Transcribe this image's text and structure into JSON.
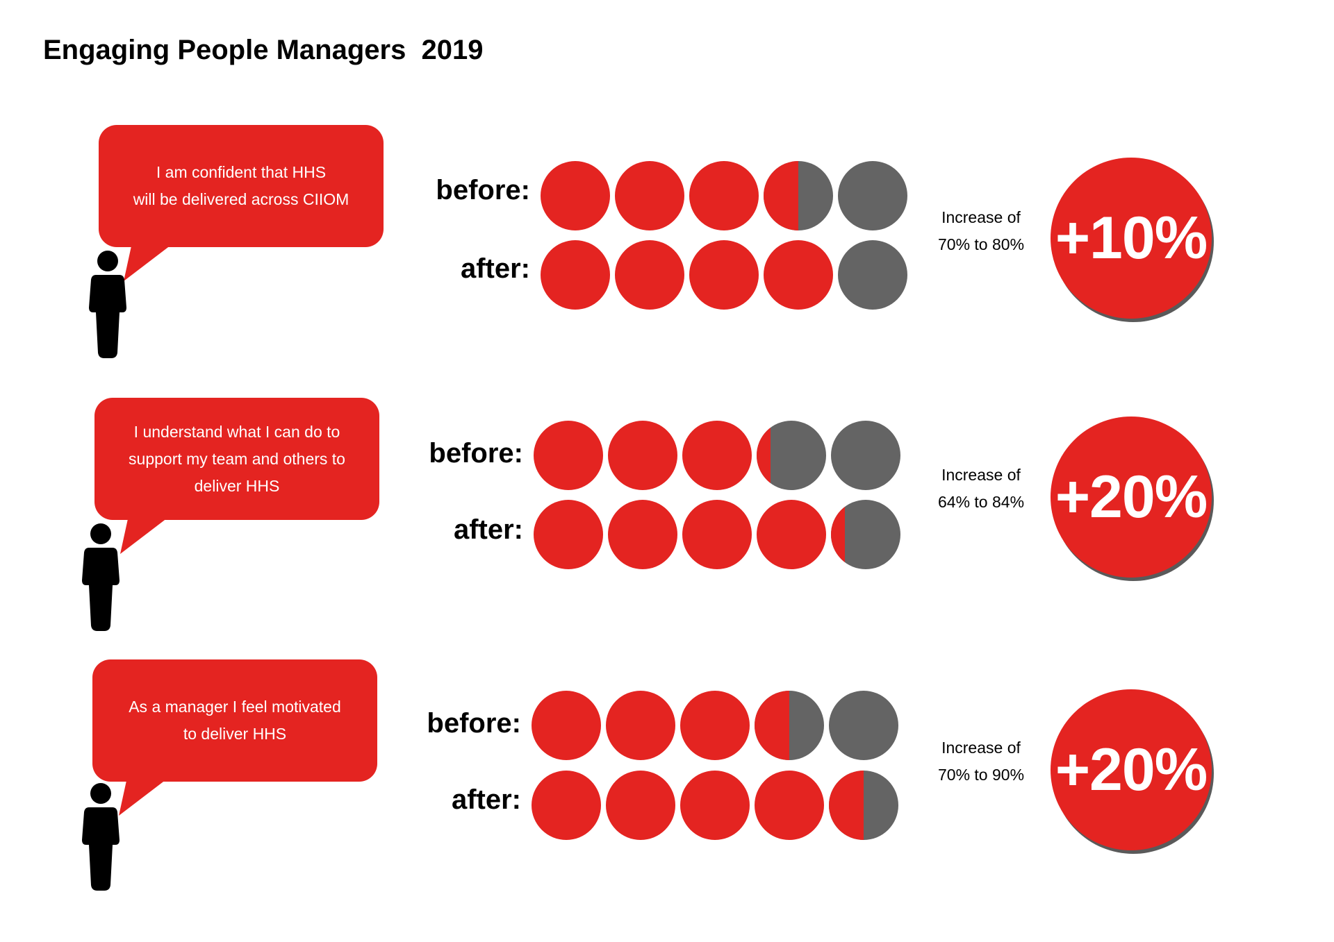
{
  "title": "Engaging People Managers  2019",
  "colors": {
    "red": "#e42421",
    "gray": "#646464",
    "white": "#ffffff"
  },
  "icons": [
    "person-icon",
    "speech-bubble"
  ],
  "rows": [
    {
      "quote": "I am confident that HHS\nwill be delivered across CIIOM",
      "before_label": "before:",
      "after_label": "after:",
      "increase_text": "Increase of\n70% to 80%",
      "badge": "+10%"
    },
    {
      "quote": "I understand what I can do to\nsupport my team and others to\ndeliver HHS",
      "before_label": "before:",
      "after_label": "after:",
      "increase_text": "Increase of\n64% to 84%",
      "badge": "+20%"
    },
    {
      "quote": "As a manager I feel motivated\nto deliver HHS",
      "before_label": "before:",
      "after_label": "after:",
      "increase_text": "Increase of\n70% to 90%",
      "badge": "+20%"
    }
  ],
  "chart_data": {
    "type": "pictogram",
    "units_per_circle": 20,
    "circles": 5,
    "rows": [
      {
        "before": 70,
        "after": 80,
        "change": 10
      },
      {
        "before": 64,
        "after": 84,
        "change": 20
      },
      {
        "before": 70,
        "after": 90,
        "change": 20
      }
    ]
  }
}
